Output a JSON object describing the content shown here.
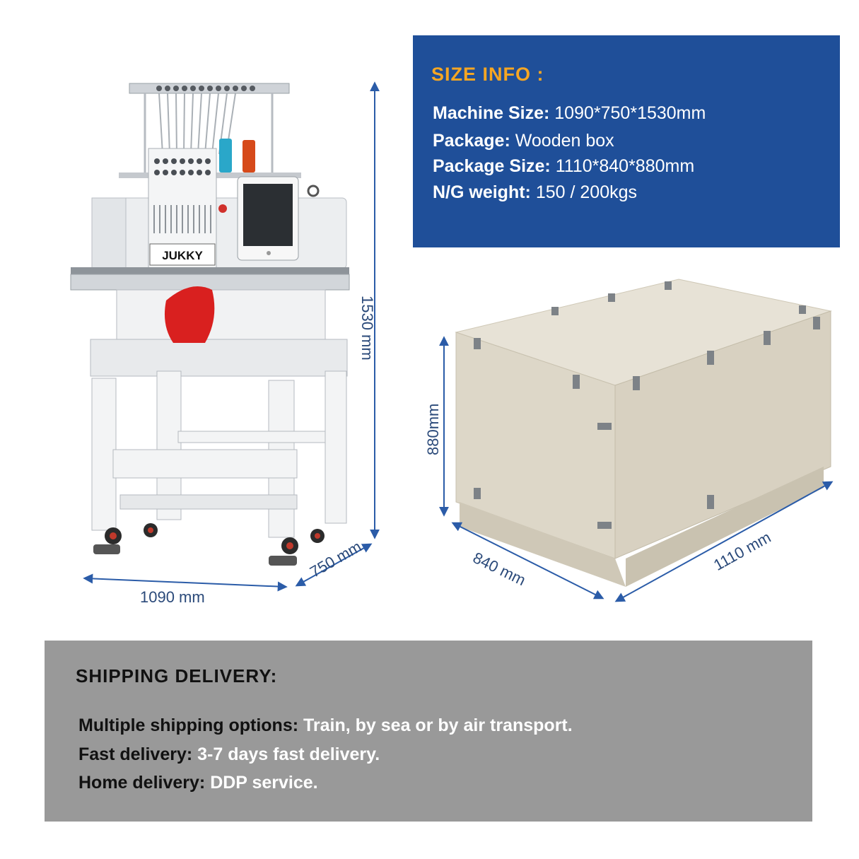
{
  "size_info": {
    "title": "SIZE INFO :",
    "items": [
      {
        "label": "Machine Size:",
        "value": "1090*750*1530mm"
      },
      {
        "label": "Package:",
        "value": "Wooden box"
      },
      {
        "label": "Package Size:",
        "value": "1110*840*880mm"
      },
      {
        "label": "N/G weight:",
        "value": "150 / 200kgs"
      }
    ]
  },
  "machine": {
    "brand": "JUKKY",
    "dims": {
      "width": "1090 mm",
      "depth": "750 mm",
      "height": "1530 mm"
    }
  },
  "box": {
    "dims": {
      "height": "880mm",
      "depth": "840 mm",
      "length": "1110 mm"
    }
  },
  "shipping": {
    "title": "SHIPPING DELIVERY:",
    "items": [
      {
        "label": "Multiple shipping options:",
        "value": "Train, by sea or by air transport."
      },
      {
        "label": "Fast delivery:",
        "value": "3-7 days fast delivery."
      },
      {
        "label": "Home delivery:",
        "value": "DDP service."
      }
    ]
  },
  "colors": {
    "blue_panel": "#1f4f99",
    "accent": "#f5a623",
    "gray_panel": "#999999",
    "arrow": "#2b5ca8"
  }
}
